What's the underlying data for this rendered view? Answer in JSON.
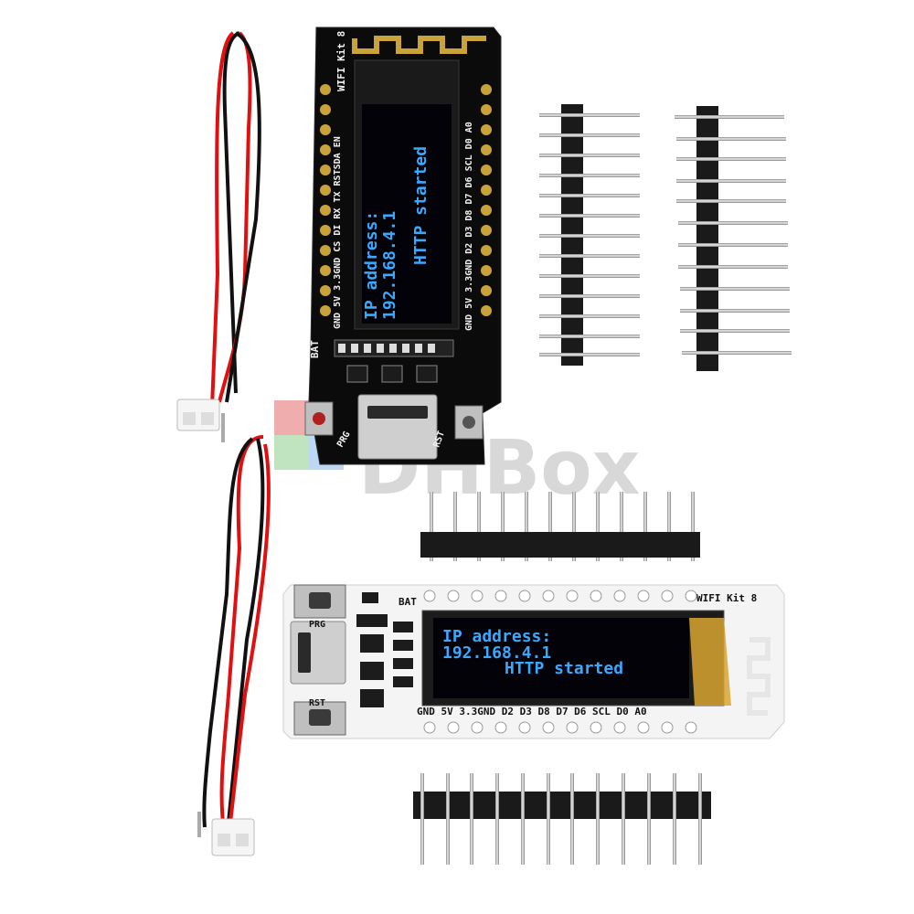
{
  "watermark": {
    "text": "DHBox"
  },
  "boards": {
    "black": {
      "label_kit": "WIFI Kit 8",
      "oled_lines": [
        "IP address:",
        "192.168.4.1",
        "HTTP started"
      ],
      "left_pins": "GND 5V 3.3GND CS DI RX TX RSTSDA EN",
      "right_pins": "GND 5V 3.3GND D2 D3 D8 D7 D6 SCL D0 A0",
      "label_bat": "BAT",
      "label_prg": "PRG",
      "label_rst": "RST"
    },
    "white": {
      "label_kit": "WIFI Kit 8",
      "oled_lines": [
        "IP address:",
        "192.168.4.1",
        "HTTP started"
      ],
      "bottom_pins": "GND 5V 3.3GND D2 D3 D8 D7 D6 SCL D0 A0",
      "label_bat": "BAT",
      "label_prg": "PRG",
      "label_rst": "RST"
    }
  },
  "accessories": {
    "header_count": 4,
    "battery_cables": 2
  },
  "colors": {
    "pcb_black": "#0b0b0b",
    "pcb_white": "#f4f4f4",
    "oled_text": "#39a9ff",
    "gold_pad": "#c9a23a",
    "wire_red": "#e01010",
    "wire_black": "#111111"
  }
}
